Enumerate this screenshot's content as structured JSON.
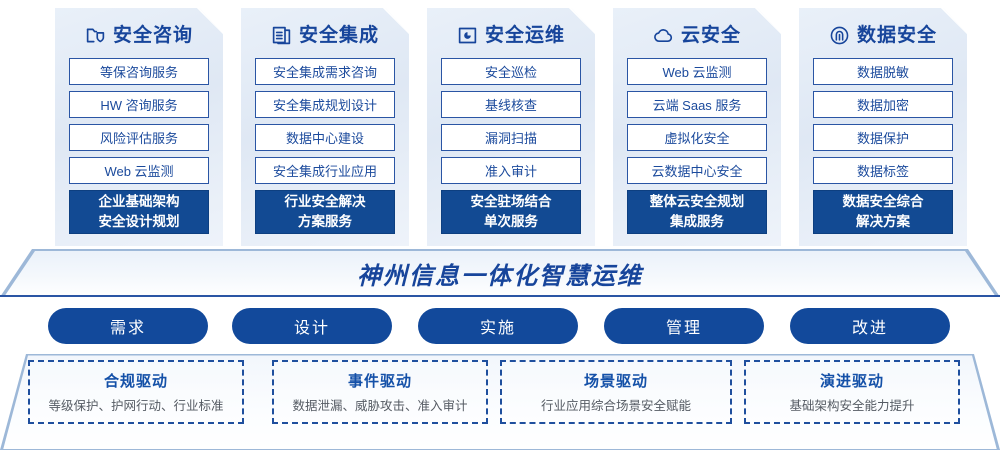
{
  "pillars": [
    {
      "icon": "folder-shield-icon",
      "title": "安全咨询",
      "items": [
        "等保咨询服务",
        "HW 咨询服务",
        "风险评估服务",
        "Web 云监测"
      ],
      "highlight": [
        "企业基础架构",
        "安全设计规划"
      ]
    },
    {
      "icon": "documents-stack-icon",
      "title": "安全集成",
      "items": [
        "安全集成需求咨询",
        "安全集成规划设计",
        "数据中心建设",
        "安全集成行业应用"
      ],
      "highlight": [
        "行业安全解决",
        "方案服务"
      ]
    },
    {
      "icon": "monitor-chart-icon",
      "title": "安全运维",
      "items": [
        "安全巡检",
        "基线核查",
        "漏洞扫描",
        "准入审计"
      ],
      "highlight": [
        "安全驻场结合",
        "单次服务"
      ]
    },
    {
      "icon": "cloud-icon",
      "title": "云安全",
      "items": [
        "Web 云监测",
        "云端 Saas 服务",
        "虚拟化安全",
        "云数据中心安全"
      ],
      "highlight": [
        "整体云安全规划",
        "集成服务"
      ]
    },
    {
      "icon": "fingerprint-icon",
      "title": "数据安全",
      "items": [
        "数据脱敏",
        "数据加密",
        "数据保护",
        "数据标签"
      ],
      "highlight": [
        "数据安全综合",
        "解决方案"
      ]
    }
  ],
  "banner": {
    "text": "神州信息一体化智慧运维"
  },
  "stages": [
    "需求",
    "设计",
    "实施",
    "管理",
    "改进"
  ],
  "drivers": [
    {
      "title": "合规驱动",
      "subtitle": "等级保护、护网行动、行业标准"
    },
    {
      "title": "事件驱动",
      "subtitle": "数据泄漏、威胁攻击、准入审计"
    },
    {
      "title": "场景驱动",
      "subtitle": "行业应用综合场景安全赋能"
    },
    {
      "title": "演进驱动",
      "subtitle": "基础架构安全能力提升"
    }
  ],
  "colors": {
    "brand_blue": "#17459b",
    "highlight_fill": "#124a93",
    "pill_fill": "#12499b",
    "item_border": "#2a55a4",
    "dashed_border": "#1f4f9e"
  }
}
